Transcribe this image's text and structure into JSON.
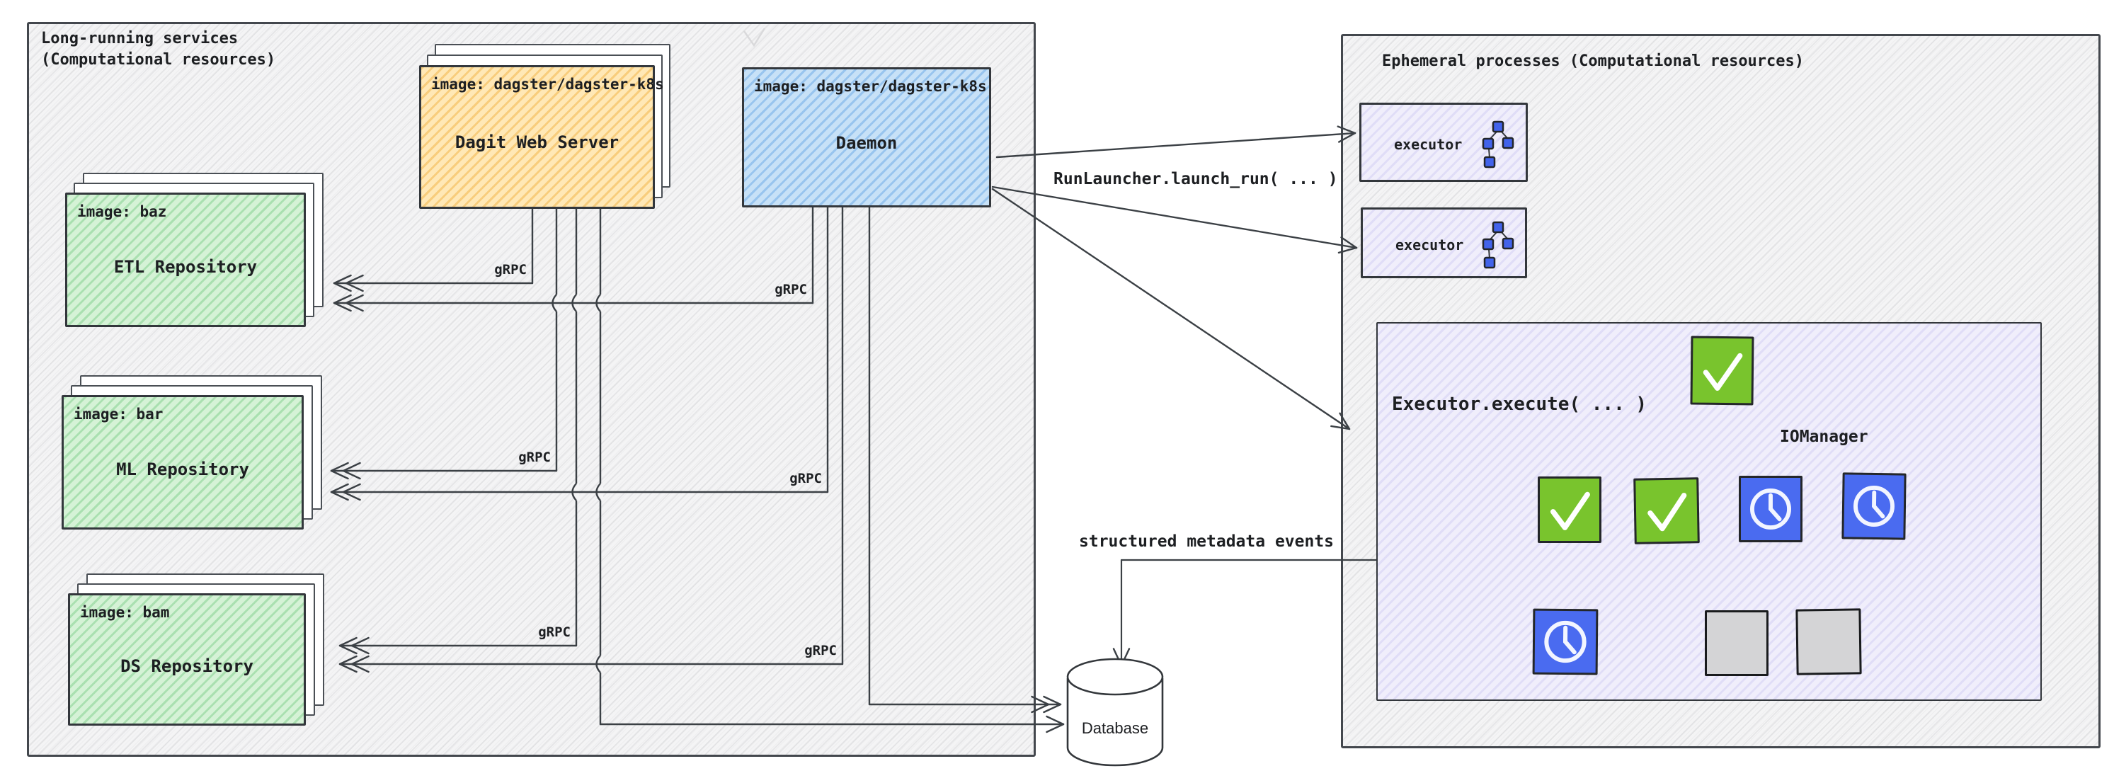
{
  "colors": {
    "line": "#3b4045",
    "panel_fill": "#f4f4f5",
    "yellow": "#ffe8b6",
    "blue": "#c7e1f7",
    "green": "#d5f2d6",
    "lavender": "#f0eefb",
    "dag_green": "#79c42d",
    "dag_blue": "#4a6bf0",
    "dag_gray": "#d4d4d6",
    "watermark": "#d9d9db"
  },
  "left_panel": {
    "title": "Long-running services\n(Computational resources)"
  },
  "nodes": {
    "dagit": {
      "image_label": "image: dagster/dagster-k8s",
      "title": "Dagit Web Server"
    },
    "daemon": {
      "image_label": "image: dagster/dagster-k8s",
      "title": "Daemon"
    },
    "etl_repo": {
      "image_label": "image: baz",
      "title": "ETL Repository"
    },
    "ml_repo": {
      "image_label": "image: bar",
      "title": "ML Repository"
    },
    "ds_repo": {
      "image_label": "image: bam",
      "title": "DS Repository"
    }
  },
  "labels": {
    "grpc": "gRPC",
    "run_launcher": "RunLauncher.launch_run( ... )",
    "metadata_events": "structured metadata events"
  },
  "right_panel": {
    "title": "Ephemeral processes (Computational resources)",
    "executor_label": "executor",
    "execute_title": "Executor.execute( ... )",
    "io_manager": "IOManager"
  },
  "database": {
    "label": "Database"
  }
}
